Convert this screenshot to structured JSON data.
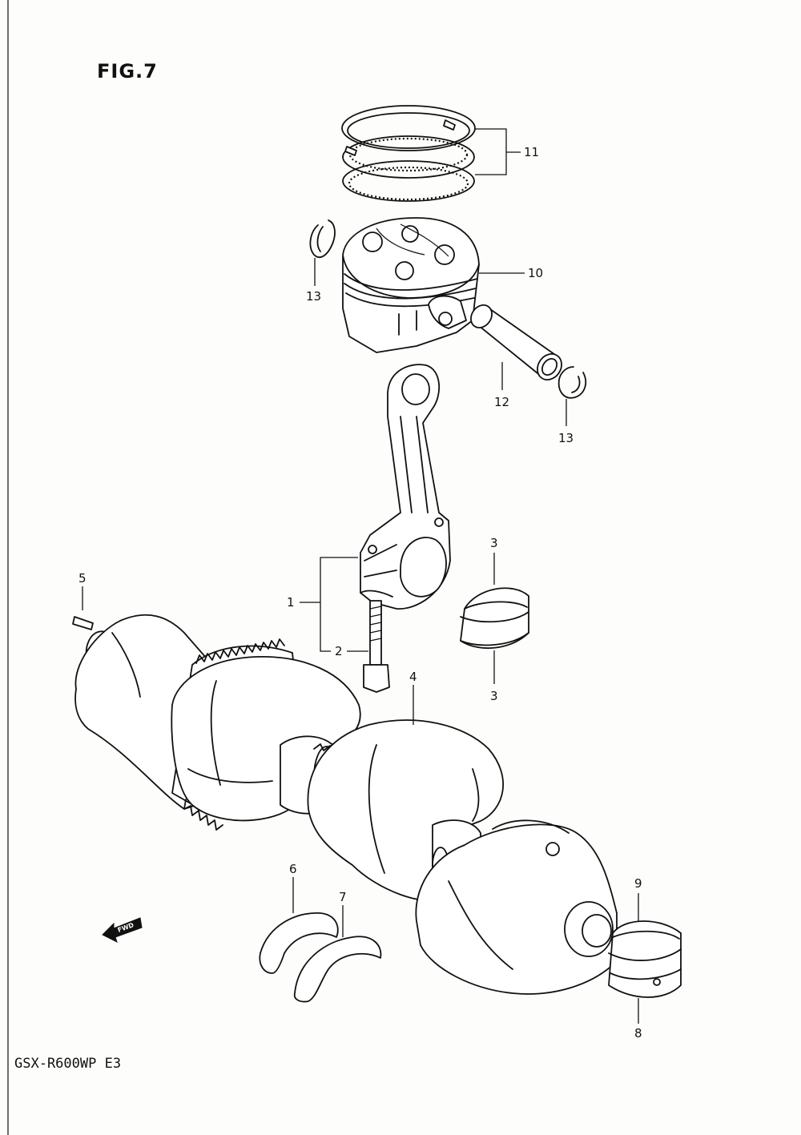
{
  "figure_title": "FIG.7",
  "model_code": "GSX-R600WP  E3",
  "fwd_label": "FWD",
  "callouts": {
    "c1": "1",
    "c2": "2",
    "c3a": "3",
    "c3b": "3",
    "c4": "4",
    "c5": "5",
    "c6": "6",
    "c7": "7",
    "c8": "8",
    "c9": "9",
    "c10": "10",
    "c11": "11",
    "c12": "12",
    "c13a": "13",
    "c13b": "13"
  }
}
